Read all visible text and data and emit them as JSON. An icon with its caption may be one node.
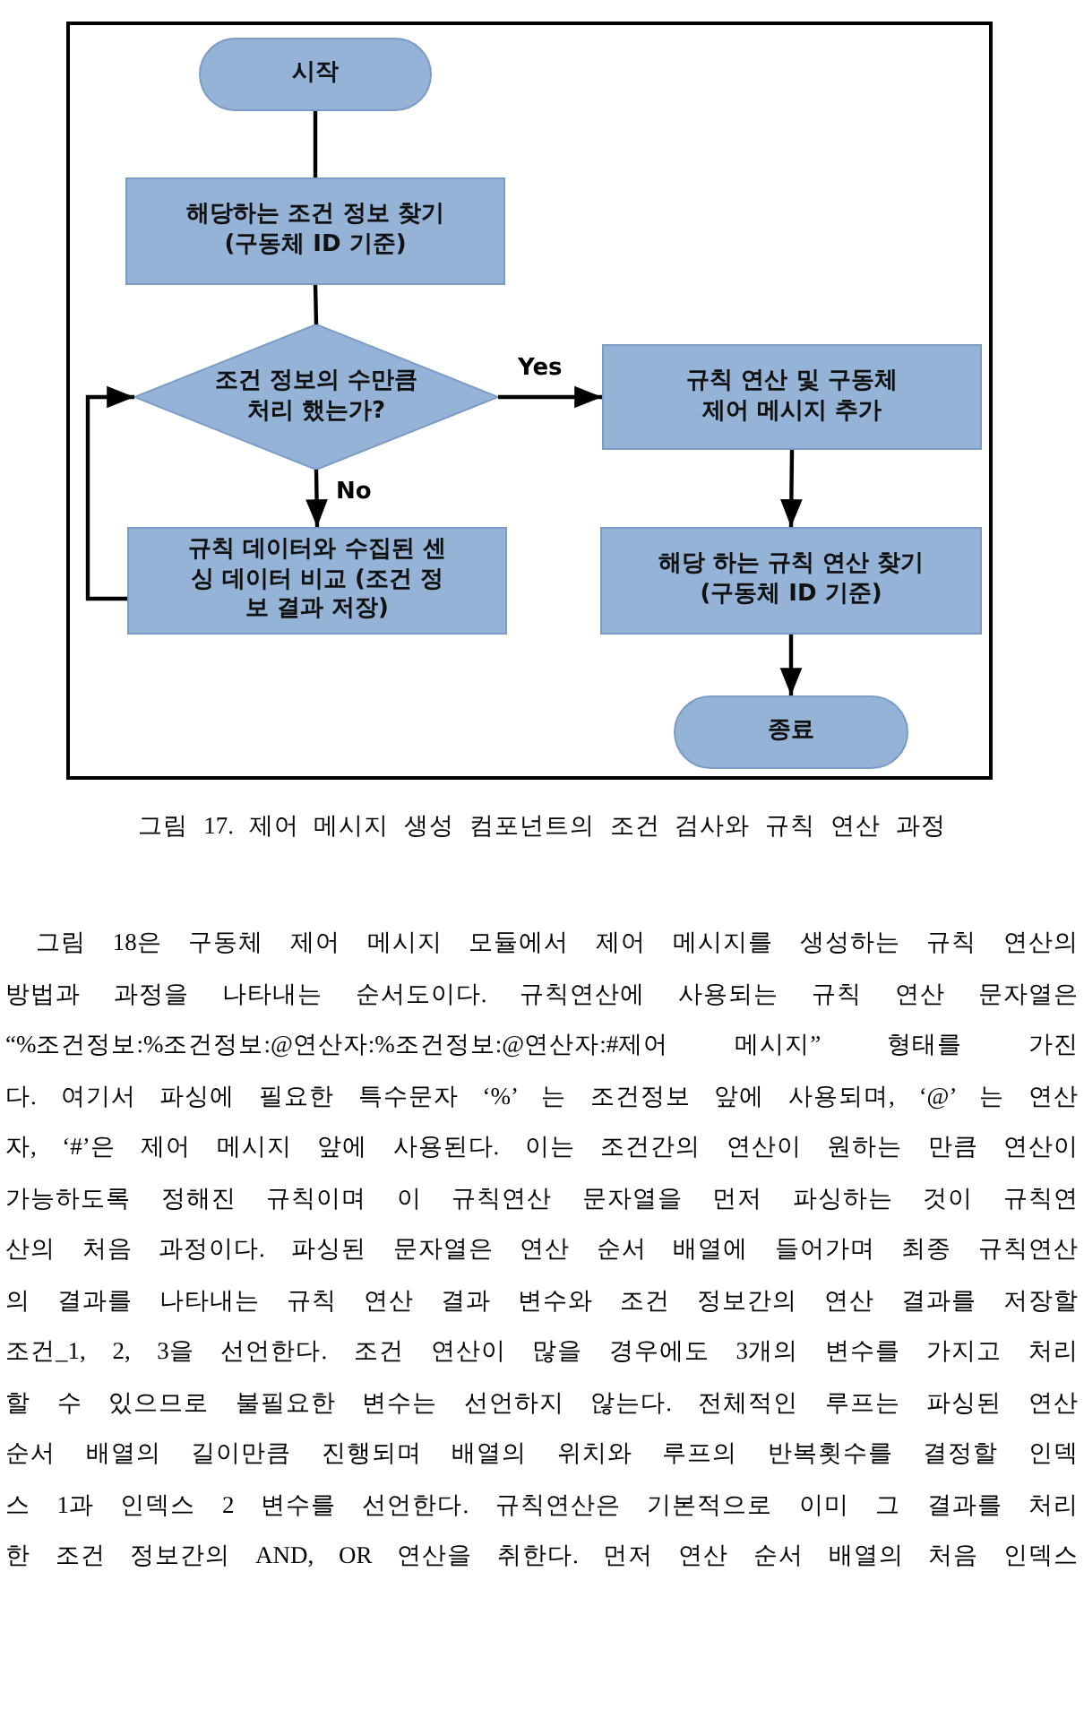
{
  "diagram": {
    "caption": "그림 17. 제어 메시지 생성 컴포넌트의 조건 검사와 규칙 연산 과정",
    "nodes": [
      {
        "text": [
          "시작"
        ]
      },
      {
        "text": [
          "해당하는 조건 정보 찾기 (구동체 ID 기준)"
        ]
      },
      {
        "text": [
          "조건 정보의 수만큼 처리 했는가?"
        ]
      },
      {
        "text": [
          "규칙 연산 및 구동체 제어 메시지 추가"
        ]
      },
      {
        "text": [
          "규칙 데이터와 수집된 센싱 데이터 비교 (조건 정보 결과 저장)"
        ]
      },
      {
        "text": [
          "해당 하는 규칙 연산 찾기 (구동체 ID 기준)"
        ]
      },
      {
        "text": [
          "종료"
        ]
      }
    ],
    "edges": [
      {
        "from": 0,
        "to": 1,
        "arrow": "none"
      },
      {
        "from": 1,
        "to": 2,
        "arrow": "none"
      },
      {
        "from": 2,
        "to": 3,
        "arrow": "to",
        "label": "Yes"
      },
      {
        "from": 2,
        "to": 4,
        "arrow": "to",
        "label": "No"
      },
      {
        "from": 4,
        "to": 2,
        "arrow": "to"
      },
      {
        "from": 3,
        "to": 5,
        "arrow": "to"
      },
      {
        "from": 5,
        "to": 6,
        "arrow": "to"
      }
    ],
    "labels": [
      "그림 18은 구동체 제어 메시지 모듈에서 제어 메시지를 생성하는 규칙 연산의",
      "방법과 과정을 나타내는 순서도이다. 규칙연산에 사용되는 규칙 연산 문자열은",
      "“%조건정보:%조건정보:@연산자:%조건정보:@연산자:#제어 메시지” 형태를 가진",
      "다. 여기서 파싱에 필요한 특수문자 ‘%’ 는 조건정보 앞에 사용되며, ‘@’ 는 연산",
      "자, ‘#’은 제어 메시지 앞에 사용된다. 이는 조건간의 연산이 원하는 만큼 연산이",
      "가능하도록 정해진 규칙이며 이 규칙연산 문자열을 먼저 파싱하는 것이 규칙연",
      "산의 처음 과정이다. 파싱된 문자열은 연산 순서 배열에 들어가며 최종 규칙연산",
      "의 결과를 나타내는 규칙 연산 결과 변수와 조건 정보간의 연산 결과를 저장할",
      "조건_1, 2, 3을 선언한다. 조건 연산이 많을 경우에도 3개의 변수를 가지고 처리",
      "할 수 있으므로 불필요한 변수는 선언하지 않는다. 전체적인 루프는 파싱된 연산",
      "순서 배열의 길이만큼 진행되며 배열의 위치와 루프의 반복횟수를 결정할 인덱",
      "스 1과 인덱스 2 변수를 선언한다. 규칙연산은 기본적으로 이미 그 결과를 처리",
      "한 조건 정보간의 AND, OR 연산을 취한다. 먼저 연산 순서 배열의 처음 인덱스"
    ]
  }
}
